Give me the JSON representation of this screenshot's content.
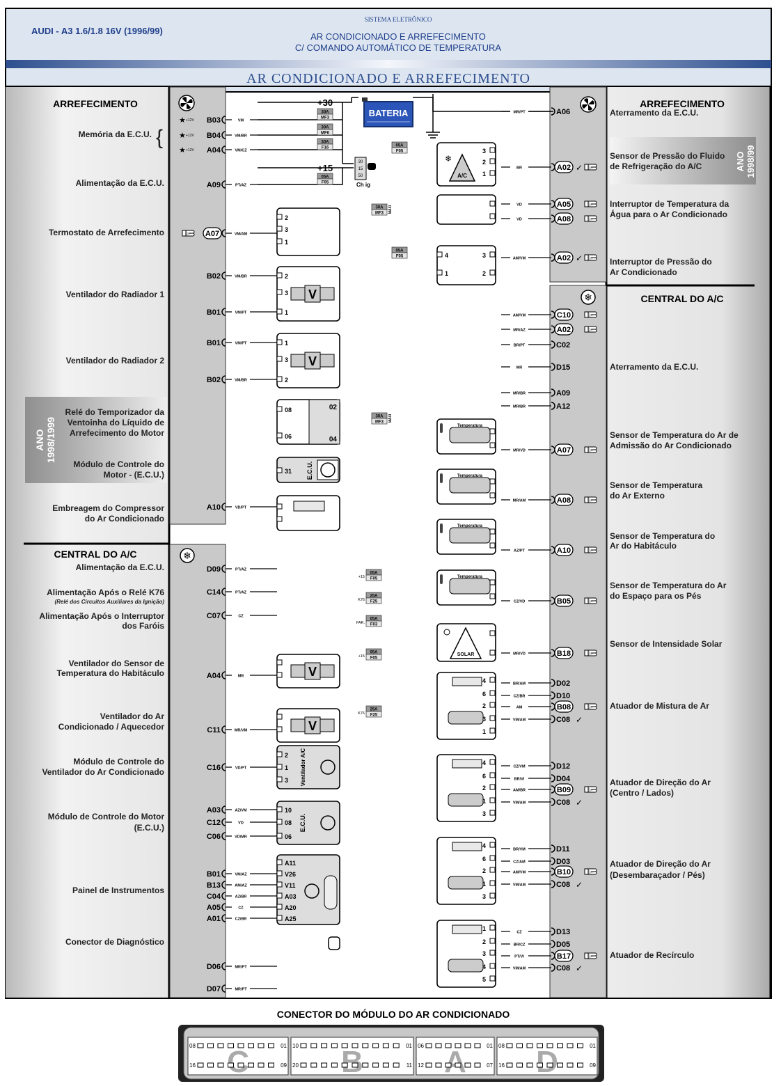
{
  "header": {
    "vehicle": "AUDI - A3 1.6/1.8 16V (1996/99)",
    "system_label": "SISTEMA ELETRÔNICO",
    "title_line1": "AR CONDICIONADO E ARREFECIMENTO",
    "title_line2": "C/ COMANDO AUTOMÁTICO DE TEMPERATURA",
    "banner": "AR CONDICIONADO E ARREFECIMENTO"
  },
  "colors": {
    "header_bg": "#dde6f0",
    "accent_blue": "#2e4f8f",
    "title_blue": "#1f3e8c",
    "battery_blue": "#2b55b8",
    "panel_gray": "#c9c9c9",
    "dark_badge": "#8a8a8a"
  },
  "power": {
    "plus30": "+30",
    "plus15": "+15",
    "v12": "12V",
    "battery": "BATERIA",
    "ignition_switch": "Ch ig",
    "ignition_pins": [
      "30",
      "15",
      "50"
    ]
  },
  "left_cooling": {
    "section_title": "ARREFECIMENTO",
    "labels": [
      "Memória da E.C.U.",
      "Alimentação da E.C.U.",
      "Termostato de Arrefecimento",
      "Ventilador do Radiador 1",
      "Ventilador do Radiador 2",
      "Relé do Temporizador da",
      "Ventoinha do Líquido de",
      "Arrefecimento do Motor",
      "Módulo de Controle do",
      "Motor - (E.C.U.)",
      "Embreagem do Compressor",
      "do Ar Condicionado"
    ],
    "year_badge": [
      "ANO",
      "1998/1999"
    ]
  },
  "left_ac": {
    "section_title": "CENTRAL DO A/C",
    "labels": [
      "Alimentação da E.C.U.",
      "Alimentação Após o Relé K76",
      "(Relé dos Circuitos Auxiliares da Ignição)",
      "Alimentação Após o Interruptor",
      "dos Faróis",
      "Ventilador do Sensor de",
      "Temperatura do Habitáculo",
      "Ventilador do Ar",
      "Condicionado / Aquecedor",
      "Módulo de Controle do",
      "Ventilador do Ar Condicionado",
      "Módulo de Controle do Motor",
      "(E.C.U.)",
      "Painel de Instrumentos",
      "Conector de Diagnóstico"
    ]
  },
  "right_cooling": {
    "section_title": "ARREFECIMENTO",
    "labels": [
      "Aterramento da E.C.U.",
      "Sensor de Pressão do Fluido",
      "de Refrigeração do A/C",
      "Interruptor de Temperatura da",
      "Água para o Ar Condicionado",
      "Interruptor de Pressão do",
      "Ar Condicionado"
    ],
    "year_badge": [
      "ANO",
      "1998/99"
    ]
  },
  "right_ac": {
    "section_title": "CENTRAL DO A/C",
    "labels": [
      "Aterramento da E.C.U.",
      "Sensor de Temperatura do Ar de",
      "Admissão do Ar Condicionado",
      "Sensor de Temperatura",
      "do Ar Externo",
      "Sensor de Temperatura do",
      "Ar do Habitáculo",
      "Sensor de Temperatura do Ar",
      "do Espaço para os Pés",
      "Sensor de Intensidade Solar",
      "Atuador de Mistura de Ar",
      "Atuador de Direção do Ar",
      "(Centro / Lados)",
      "Atuador de Direção do Ar",
      "(Desembaraçador / Pés)",
      "Atuador de Recírculo"
    ]
  },
  "left_pins": [
    {
      "pin": "B03",
      "wire": "VM",
      "note": "+12V",
      "star": true
    },
    {
      "pin": "B04",
      "wire": "VM/BR",
      "note": "+12V",
      "star": true
    },
    {
      "pin": "A04",
      "wire": "VM/CZ",
      "note": "+12V",
      "star": true
    },
    {
      "pin": "A09",
      "wire": "PT/AZ"
    },
    {
      "pin": "A07",
      "wire": "VM/AM",
      "circled": true,
      "hand": true
    },
    {
      "pin": "B02",
      "wire": "VM/BR"
    },
    {
      "pin": "B01",
      "wire": "VM/PT"
    },
    {
      "pin": "B01",
      "wire": "VM/PT"
    },
    {
      "pin": "B02",
      "wire": "VM/BR"
    },
    {
      "pin": "A10",
      "wire": "VD/PT"
    },
    {
      "pin": "D09",
      "wire": "PT/AZ"
    },
    {
      "pin": "C14",
      "wire": "PT/AZ"
    },
    {
      "pin": "C07",
      "wire": "CZ"
    },
    {
      "pin": "A04",
      "wire": "MR"
    },
    {
      "pin": "C11",
      "wire": "MR/VM"
    },
    {
      "pin": "C16",
      "wire": "VD/PT"
    },
    {
      "pin": "A03",
      "wire": "AZ/VM"
    },
    {
      "pin": "C12",
      "wire": "VD"
    },
    {
      "pin": "C06",
      "wire": "VD/MR"
    },
    {
      "pin": "B01",
      "wire": "VM/AZ"
    },
    {
      "pin": "B13",
      "wire": "AM/AZ"
    },
    {
      "pin": "C04",
      "wire": "AZ/BR"
    },
    {
      "pin": "A05",
      "wire": "CZ"
    },
    {
      "pin": "A01",
      "wire": "CZ/BR"
    },
    {
      "pin": "D06",
      "wire": "MR/PT"
    },
    {
      "pin": "D07",
      "wire": "MR/PT"
    }
  ],
  "right_pins": [
    {
      "pin": "A06",
      "wire": "MR/PT"
    },
    {
      "pin": "A02",
      "wire": "BR",
      "circled": true,
      "check": true,
      "hand": true
    },
    {
      "pin": "A05",
      "wire": "VD",
      "circled": true,
      "hand": true
    },
    {
      "pin": "A08",
      "wire": "VD",
      "circled": true,
      "hand": true
    },
    {
      "pin": "A02",
      "wire": "AM/VM",
      "circled": true,
      "check": true,
      "hand": true
    },
    {
      "pin": "C10",
      "wire": "AM/VM",
      "circled": true,
      "hand": true
    },
    {
      "pin": "A02",
      "wire": "MR/AZ",
      "circled": true,
      "hand": true
    },
    {
      "pin": "C02",
      "wire": "BR/PT"
    },
    {
      "pin": "D15",
      "wire": "MR"
    },
    {
      "pin": "A09",
      "wire": "MR/BR"
    },
    {
      "pin": "A12",
      "wire": "MR/BR"
    },
    {
      "pin": "A07",
      "wire": "MR/VD",
      "circled": true,
      "hand": true
    },
    {
      "pin": "A08",
      "wire": "MR/AM",
      "circled": true,
      "hand": true
    },
    {
      "pin": "A10",
      "wire": "AZ/PT",
      "circled": true,
      "hand": true
    },
    {
      "pin": "B05",
      "wire": "CZ/VD",
      "circled": true,
      "hand": true
    },
    {
      "pin": "B18",
      "wire": "MR/VD",
      "circled": true,
      "hand": true
    },
    {
      "pin": "D02",
      "wire": "BR/AM"
    },
    {
      "pin": "D10",
      "wire": "CZ/BR"
    },
    {
      "pin": "B08",
      "wire": "AM",
      "circled": true,
      "hand": true
    },
    {
      "pin": "C08",
      "wire": "VM/AM",
      "check": true
    },
    {
      "pin": "D12",
      "wire": "CZ/VM"
    },
    {
      "pin": "D04",
      "wire": "BR/VI"
    },
    {
      "pin": "B09",
      "wire": "AM/BR",
      "circled": true,
      "hand": true
    },
    {
      "pin": "C08",
      "wire": "VM/AM",
      "check": true
    },
    {
      "pin": "D11",
      "wire": "BR/VM"
    },
    {
      "pin": "D03",
      "wire": "CZ/AM"
    },
    {
      "pin": "B10",
      "wire": "AM/VM",
      "circled": true,
      "hand": true
    },
    {
      "pin": "C08",
      "wire": "VM/AM",
      "check": true
    },
    {
      "pin": "D13",
      "wire": "CZ"
    },
    {
      "pin": "D05",
      "wire": "BR/CZ"
    },
    {
      "pin": "B17",
      "wire": "PT/VI",
      "circled": true,
      "hand": true
    },
    {
      "pin": "C08",
      "wire": "VM/AM",
      "check": true
    }
  ],
  "fuses": [
    {
      "rating": "30A",
      "name": "MF3"
    },
    {
      "rating": "30A",
      "name": "MF6"
    },
    {
      "rating": "30A",
      "name": "F16"
    },
    {
      "rating": "05A",
      "name": "F05"
    },
    {
      "rating": "05A",
      "name": "F05"
    },
    {
      "rating": "30A",
      "name": "MF3",
      "tag": "MÁXI"
    },
    {
      "rating": "05A",
      "name": "F05"
    },
    {
      "rating": "30A",
      "name": "MF3",
      "tag": "MÁXI"
    },
    {
      "rating": "05A",
      "name": "F05",
      "src": "+15"
    },
    {
      "rating": "25A",
      "name": "F25",
      "src": "K76"
    },
    {
      "rating": "05A",
      "name": "F03",
      "src": "FAR."
    },
    {
      "rating": "05A",
      "name": "F05",
      "src": "+15"
    },
    {
      "rating": "25A",
      "name": "F25",
      "src": "K76"
    }
  ],
  "components": {
    "sensor_label": "Temperatura",
    "solar_label": "SOLAR",
    "ac_label": "A/C",
    "fan_letter": "V",
    "ecu_label": "E.C.U.",
    "fan_module_label": "Ventilador A/C",
    "relay_pins": [
      "08",
      "02",
      "06",
      "04"
    ],
    "ecu_pin": "31",
    "fan_module_pins": [
      "2",
      "1",
      "3"
    ],
    "ecu2_pins": [
      "10",
      "08",
      "06"
    ],
    "cluster_pins": [
      "A11",
      "V26",
      "V11",
      "A03",
      "A20",
      "A25"
    ],
    "pressure_switch_pins": [
      "4",
      "3",
      "1",
      "2"
    ],
    "ac_sensor_pins": [
      "3",
      "2",
      "1"
    ],
    "thermostat_pins": [
      "2",
      "3",
      "1"
    ],
    "fan1_pins": [
      "2",
      "3",
      "1"
    ],
    "fan2_pins": [
      "1",
      "3",
      "2"
    ],
    "actuator_pins": [
      "4",
      "6",
      "2",
      "3",
      "1"
    ],
    "actuator2_pins": [
      "4",
      "6",
      "2",
      "1",
      "3"
    ],
    "recirc_pins": [
      "1",
      "2",
      "3",
      "4",
      "5"
    ]
  },
  "connector": {
    "title": "CONECTOR DO MÓDULO DO AR CONDICIONADO",
    "blocks": [
      {
        "letter": "C",
        "top": [
          "08",
          "01"
        ],
        "bottom": [
          "16",
          "09"
        ],
        "count": 8
      },
      {
        "letter": "B",
        "top": [
          "10",
          "01"
        ],
        "bottom": [
          "20",
          "11"
        ],
        "count": 10
      },
      {
        "letter": "A",
        "top": [
          "06",
          "01"
        ],
        "bottom": [
          "12",
          "07"
        ],
        "count": 6
      },
      {
        "letter": "D",
        "top": [
          "08",
          "01"
        ],
        "bottom": [
          "16",
          "09"
        ],
        "count": 8
      }
    ]
  }
}
